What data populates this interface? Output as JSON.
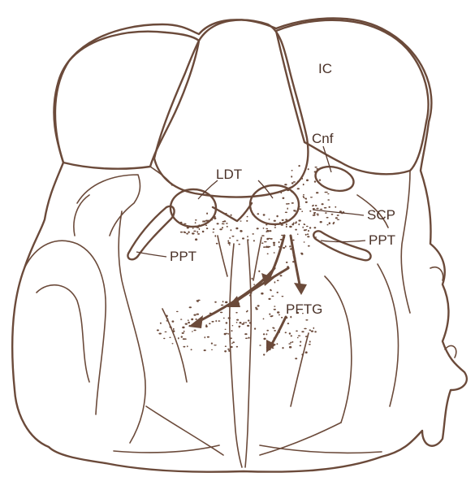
{
  "labels": {
    "ic": "IC",
    "cnf": "Cnf",
    "ldt": "LDT",
    "scp": "SCP",
    "ppt_right": "PPT",
    "ppt_left": "PPT",
    "pftg": "PFTG"
  },
  "colors": {
    "line": "#6b4a3a",
    "label": "#4a3228",
    "background": "#ffffff"
  }
}
